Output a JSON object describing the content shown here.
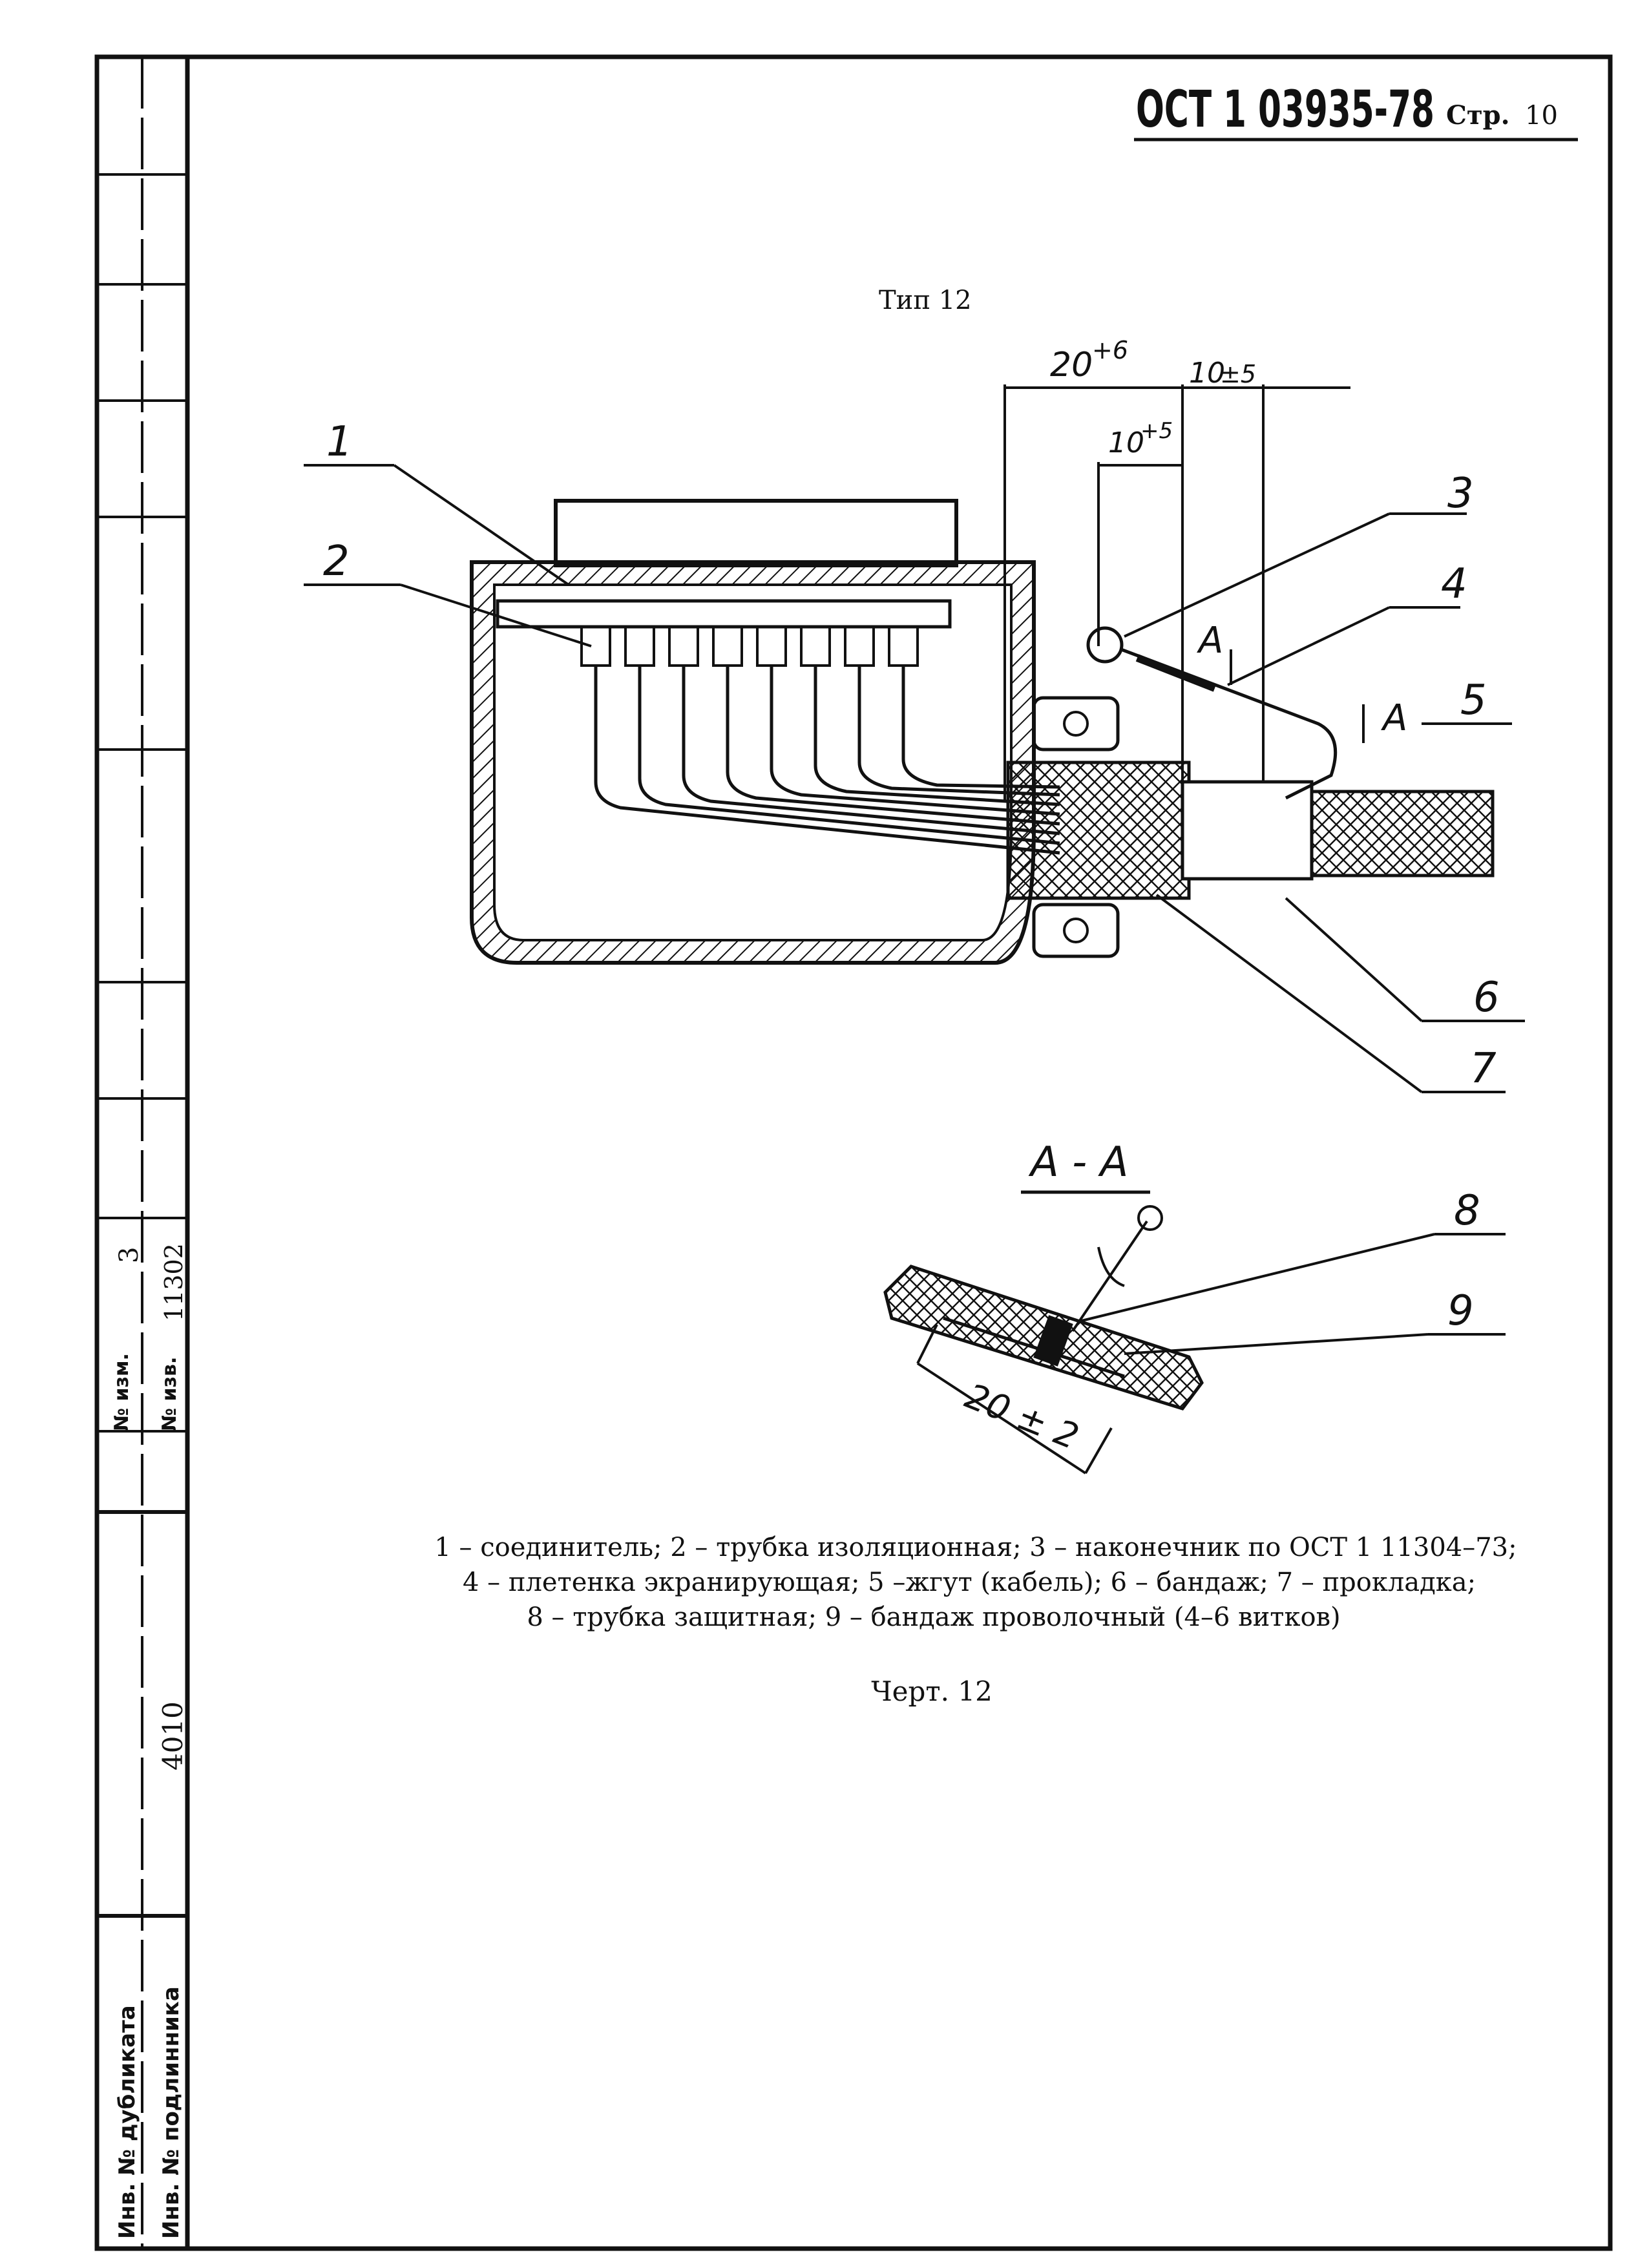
{
  "header": {
    "standard": "ОСТ 1 03935-78",
    "page_label": "Стр.",
    "page_number": "10"
  },
  "drawing": {
    "type_label": "Тип 12",
    "dimensions": {
      "d_20_base": "20",
      "d_20_tol": "+6",
      "d_10a_base": "10",
      "d_10a_tol": "+5",
      "d_10b_base": "10",
      "d_10b_tol": "±5"
    },
    "callouts": [
      "1",
      "2",
      "3",
      "4",
      "5",
      "6",
      "7",
      "8",
      "9"
    ],
    "section_mark": "A",
    "section_title": "A - A",
    "section_dimension": "20 ± 2"
  },
  "legend": {
    "line1": "1 – соединитель; 2 – трубка изоляционная; 3 – наконечник по ОСТ 1 11304–73;",
    "line2": "4 – плетенка экранирующая; 5 –жгут (кабель); 6 – бандаж; 7 – прокладка;",
    "line3": "8 – трубка защитная; 9 – бандаж проволочный (4–6 витков)"
  },
  "figure_caption": "Черт. 12",
  "margin_block": {
    "izm_label": "№ изм.",
    "izm_value": "3",
    "izv_label": "№ изв.",
    "izv_value": "11302",
    "dup_label": "Инв. № дубликата",
    "orig_label": "Инв. № подлинника",
    "orig_value": "4010"
  }
}
